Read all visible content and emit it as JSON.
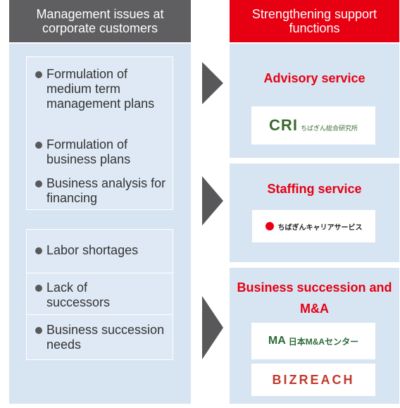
{
  "left": {
    "header": "Management issues at corporate customers",
    "group1": [
      "Formulation of medium term management plans",
      "Formulation of business plans",
      "Business analysis for financing"
    ],
    "group2": [
      "Labor shortages",
      "Lack of successors",
      "Business succession needs"
    ]
  },
  "right": {
    "header": "Strengthening support functions",
    "sections": [
      {
        "title": "Advisory service",
        "logos": [
          {
            "name": "CRI",
            "text": "CRI",
            "subtext": "ちばぎん総合研究所"
          }
        ]
      },
      {
        "title": "Staffing service",
        "logos": [
          {
            "name": "chibagin-career",
            "text": "ちばぎんキャリアサービス"
          }
        ]
      },
      {
        "title": "Business succession and M&A",
        "logos": [
          {
            "name": "nihon-ma-center",
            "text": "日本M&Aセンター",
            "prefix": "MA"
          },
          {
            "name": "bizreach",
            "text": "BIZREACH"
          }
        ]
      }
    ]
  },
  "colors": {
    "accent_red": "#e60012",
    "header_gray": "#5f5f61",
    "panel_blue": "#d7e4f2",
    "arrow_gray": "#58585a"
  }
}
